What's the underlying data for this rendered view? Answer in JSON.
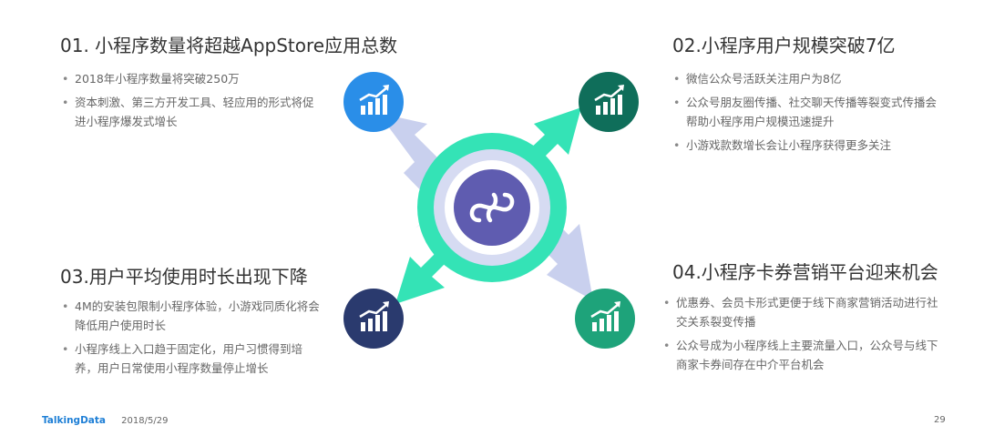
{
  "sections": [
    {
      "title": "01. 小程序数量将超越AppStore应用总数",
      "bullets": [
        "2018年小程序数量将突破250万",
        "资本刺激、第三方开发工具、轻应用的形式将促进小程序爆发式增长"
      ]
    },
    {
      "title": "02.小程序用户规模突破7亿",
      "bullets": [
        "微信公众号活跃关注用户为8亿",
        "公众号朋友圈传播、社交聊天传播等裂变式传播会帮助小程序用户规模迅速提升",
        "小游戏款数增长会让小程序获得更多关注"
      ]
    },
    {
      "title": "03.用户平均使用时长出现下降",
      "bullets": [
        "4M的安装包限制小程序体验，小游戏同质化将会降低用户使用时长",
        "小程序线上入口趋于固定化，用户习惯得到培养，用户日常使用小程序数量停止增长"
      ]
    },
    {
      "title": "04.小程序卡券营销平台迎来机会",
      "bullets": [
        "优惠券、会员卡形式更便于线下商家营销活动进行社交关系裂变传播",
        "公众号成为小程序线上主要流量入口，公众号与线下商家卡券间存在中介平台机会"
      ]
    }
  ],
  "icons": {
    "center": "mini-program-logo-icon",
    "corners": [
      "growth-chart-icon",
      "growth-chart-icon",
      "growth-chart-icon",
      "growth-chart-icon"
    ]
  },
  "colors": {
    "blue": "#2a8ee8",
    "dark_green": "#0f6e5a",
    "navy": "#2a3a6e",
    "green": "#1ea37a",
    "teal_arrow": "#34e3b6",
    "lavender_arrow": "#c9d0ee",
    "center_purple": "#5f5cb0",
    "brand_blue": "#1e7fd6"
  },
  "footer": {
    "brand": "TalkingData",
    "date": "2018/5/29",
    "page_number": "29"
  }
}
